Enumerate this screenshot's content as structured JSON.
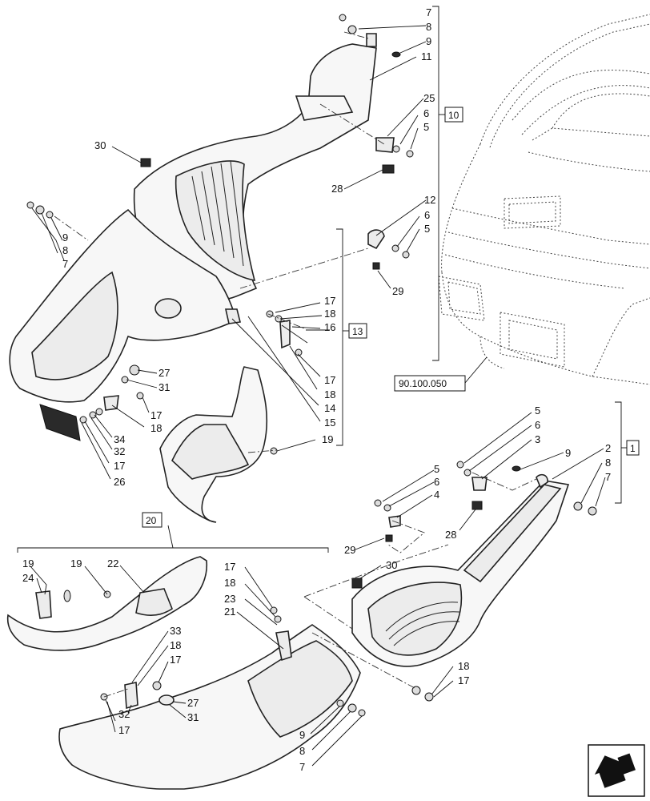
{
  "callouts": [
    "7",
    "8",
    "9",
    "11",
    "25",
    "6",
    "5",
    "30",
    "28",
    "12",
    "6",
    "5",
    "29",
    "9",
    "8",
    "7",
    "17",
    "18",
    "16",
    "17",
    "18",
    "14",
    "15",
    "27",
    "31",
    "17",
    "18",
    "34",
    "32",
    "17",
    "26",
    "19",
    "5",
    "6",
    "3",
    "9",
    "2",
    "8",
    "7",
    "5",
    "6",
    "4",
    "28",
    "29",
    "30",
    "19",
    "24",
    "19",
    "22",
    "17",
    "18",
    "23",
    "21",
    "33",
    "18",
    "17",
    "27",
    "32",
    "31",
    "17",
    "18",
    "17",
    "9",
    "8",
    "7"
  ],
  "boxes": {
    "group_10": "10",
    "group_13": "13",
    "group_1": "1",
    "group_20": "20",
    "reference": "90.100.050"
  },
  "icons": {
    "nav": "arrow-icon"
  }
}
